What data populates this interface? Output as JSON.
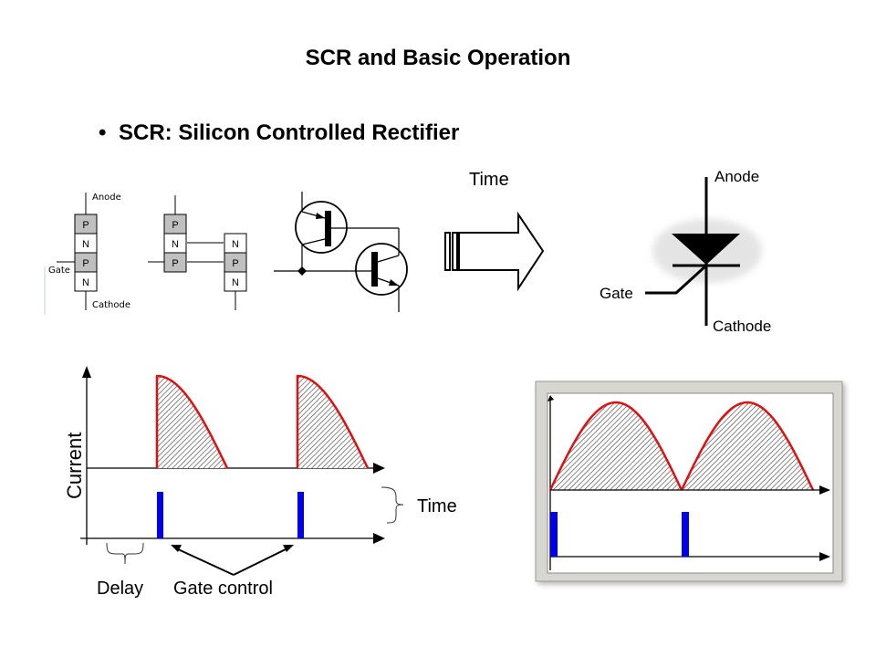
{
  "slide": {
    "title": "SCR and Basic Operation",
    "bullet": "SCR: Silicon Controlled Rectifier",
    "bullet_glyph": "•"
  },
  "layer_diagram": {
    "anode_label": "Anode",
    "cathode_label": "Cathode",
    "gate_label": "Gate",
    "stack": [
      "P",
      "N",
      "P",
      "N"
    ],
    "split_left": [
      "P",
      "N",
      "P"
    ],
    "split_right": [
      "N",
      "P",
      "N"
    ],
    "p_color": "#c0c0c0",
    "n_color": "#ffffff"
  },
  "transistor_model": {
    "devices": [
      "pnp-transistor",
      "npn-transistor"
    ]
  },
  "time_arrow": {
    "label": "Time"
  },
  "scr_symbol": {
    "anode_label": "Anode",
    "gate_label": "Gate",
    "cathode_label": "Cathode"
  },
  "phase_control_chart": {
    "ylabel": "Current",
    "time_label": "Time",
    "delay_label": "Delay",
    "gate_label": "Gate control",
    "waveform_color": "#dd1111",
    "gate_pulse_color": "#0000ee",
    "conduction_start_fraction_of_half_cycle": 0.5,
    "half_cycles": 2
  },
  "full_conduction_chart": {
    "waveform_color": "#dd1111",
    "gate_pulse_color": "#0000ee",
    "conduction_start_fraction_of_half_cycle": 0.0,
    "half_cycles": 2
  }
}
